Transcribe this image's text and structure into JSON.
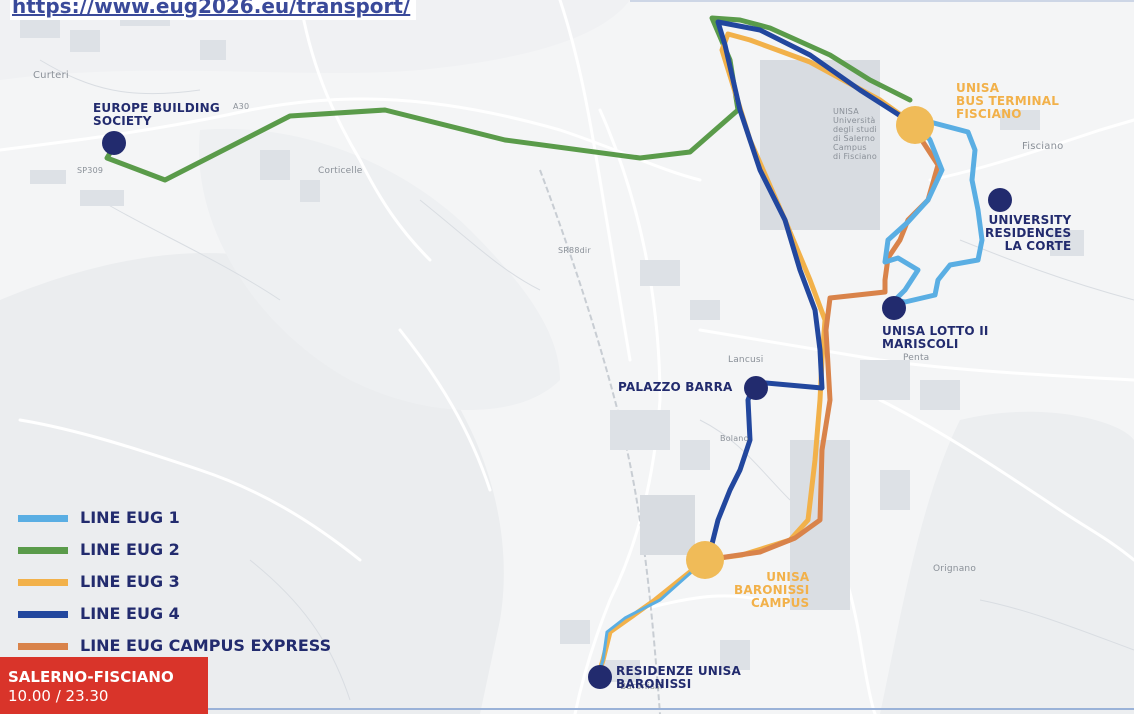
{
  "url": "https://www.eug2026.eu/transport/",
  "badge": {
    "title": "SALERNO-FISCIANO",
    "time": "10.00 / 23.30"
  },
  "legend": [
    {
      "label": "LINE EUG 1",
      "color": "#5aaee3"
    },
    {
      "label": "LINE EUG 2",
      "color": "#5a9b4a"
    },
    {
      "label": "LINE EUG 3",
      "color": "#f2b14a"
    },
    {
      "label": "LINE EUG 4",
      "color": "#22479e"
    },
    {
      "label": "LINE EUG CAMPUS EXPRESS",
      "color": "#d9834a"
    }
  ],
  "stops": {
    "europe_building": "EUROPE BUILDING\nSOCIETY",
    "bus_terminal": "UNISA\nBUS TERMINAL\nFISCIANO",
    "residences_corte": "UNIVERSITY\nRESIDENCES\nLA CORTE",
    "lotto": "UNISA LOTTO II\nMARISCOLI",
    "palazzo_barra": "PALAZZO BARRA",
    "baronissi_campus": "UNISA\nBARONISSI\nCAMPUS",
    "residenze_baronissi": "RESIDENZE UNISA\nBARONISSI"
  },
  "basemap_labels": {
    "curteri": "Curteri",
    "sp309": "SP309",
    "fisciano": "Fisciano",
    "corticelle": "Corticelle",
    "lancusi": "Lancusi",
    "penta": "Penta",
    "bolano": "Bolano",
    "orignano": "Orignano",
    "baronissi": "Baronissi",
    "a30": "A30",
    "sr88": "SR88dir",
    "campus_text": "UNISA\nUniversità\ndegli studi\ndi Salerno\nCampus\ndi Fisciano"
  },
  "colors": {
    "navy": "#222b6e",
    "gold_text": "#f2b14a",
    "gold_circle": "#f0bb58",
    "badge_red": "#d9342a"
  }
}
